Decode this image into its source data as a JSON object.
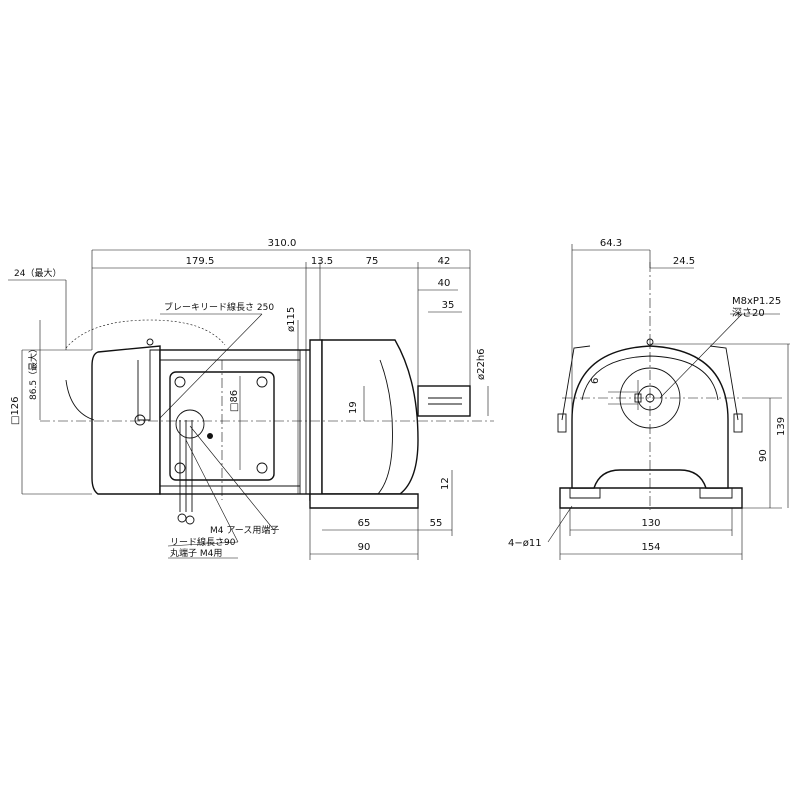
{
  "dimensions": {
    "overall_length": "310.0",
    "motor_length": "179.5",
    "flange_gap": "13.5",
    "gear_length": "75",
    "shaft_length": "42",
    "shaft_40": "40",
    "key_length": "35",
    "brake_extra": "24（最大）",
    "brake_height": "86.5（最大）",
    "motor_square": "□126",
    "flange_dia": "ø115",
    "terminal_square": "□86",
    "shaft_offset": "19",
    "shaft_dia": "ø22h6",
    "foot_height": "12",
    "foot_65": "65",
    "foot_55": "55",
    "foot_90": "90",
    "side_width_top": "64.3",
    "side_key_offset": "24.5",
    "key_width": "6",
    "tap_label": "M8xP1.25",
    "tap_depth": "深さ20",
    "center_height": "90",
    "total_height": "139",
    "base_span": "130",
    "base_width": "154",
    "mount_holes": "4−ø11"
  },
  "notes": {
    "brake_lead": "ブレーキリード線長さ 250",
    "earth_terminal": "M4 アース用端子",
    "lead_length": "リード線長さ90",
    "round_terminal": "丸端子 M4用"
  }
}
